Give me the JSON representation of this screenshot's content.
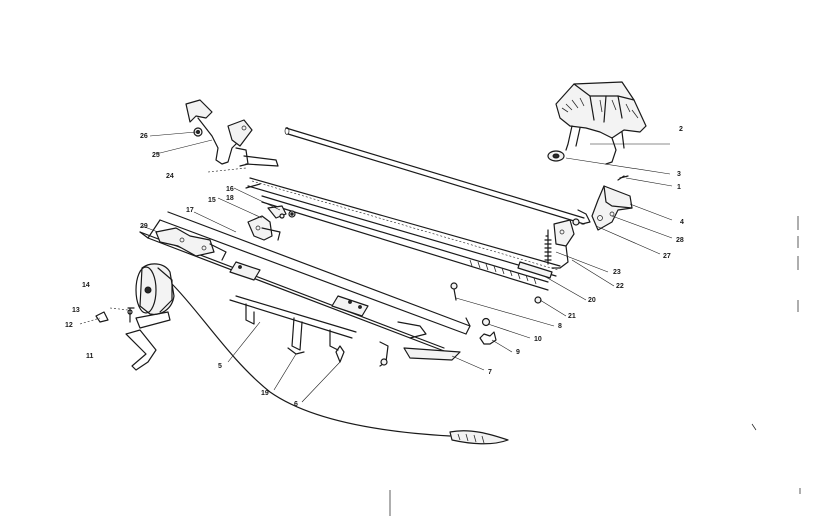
{
  "diagram": {
    "part_numbers": {
      "p1": "1",
      "p2": "2",
      "p3": "3",
      "p4": "4",
      "p5": "5",
      "p6": "6",
      "p7": "7",
      "p8": "8",
      "p9": "9",
      "p10": "10",
      "p11": "11",
      "p12": "12",
      "p13": "13",
      "p14": "14",
      "p15": "15",
      "p16": "16",
      "p17": "17",
      "p18": "18",
      "p19": "19",
      "p20": "20",
      "p21": "21",
      "p22": "22",
      "p23": "23",
      "p24": "24",
      "p25": "25",
      "p26": "26",
      "p27": "27",
      "p28": "28",
      "p29": "29"
    }
  }
}
